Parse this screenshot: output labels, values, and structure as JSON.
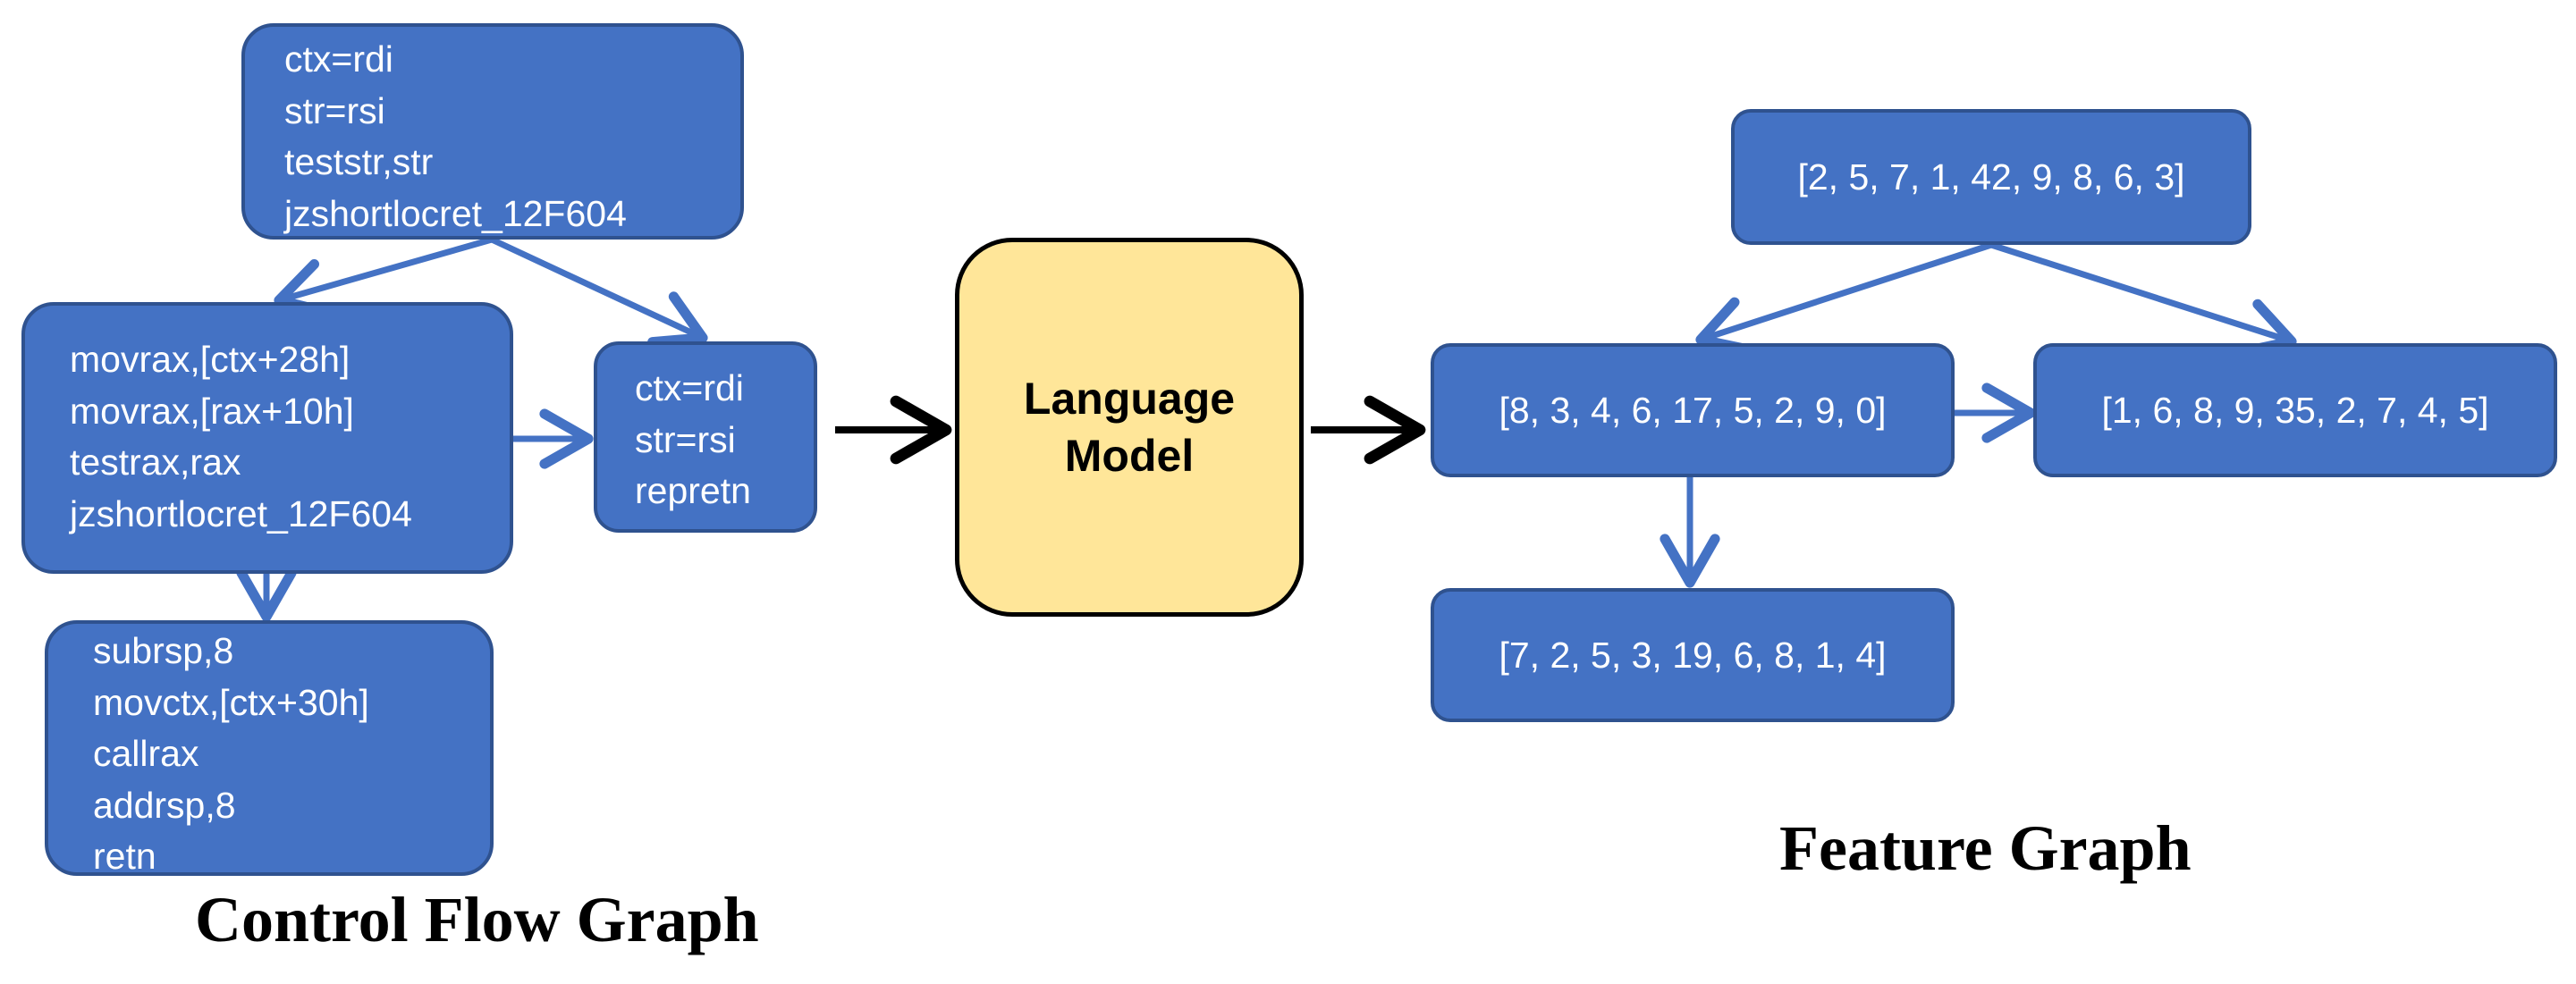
{
  "colors": {
    "node_fill": "#4472c4",
    "node_border": "#2f528f",
    "node_text": "#ffffff",
    "model_fill": "#ffe699",
    "arrow_blue": "#4472c4",
    "arrow_black": "#000000"
  },
  "control_flow_graph": {
    "caption": "Control Flow Graph",
    "block_entry": [
      "ctx=rdi",
      "str=rsi",
      "teststr,str",
      "jzshortlocret_12F604"
    ],
    "block_check": [
      "movrax,[ctx+28h]",
      "movrax,[rax+10h]",
      "testrax,rax",
      "jzshortlocret_12F604"
    ],
    "block_return": [
      "ctx=rdi",
      "str=rsi",
      "repretn"
    ],
    "block_call": [
      "subrsp,8",
      "movctx,[ctx+30h]",
      "callrax",
      "addrsp,8",
      "retn"
    ]
  },
  "language_model": {
    "line1": "Language",
    "line2": "Model"
  },
  "feature_graph": {
    "caption": "Feature Graph",
    "root": "[2, 5, 7, 1, 42, 9, 8, 6, 3]",
    "left": "[8, 3, 4, 6, 17, 5, 2, 9, 0]",
    "right": "[1, 6, 8, 9, 35, 2, 7, 4, 5]",
    "bottom": "[7, 2, 5, 3, 19, 6, 8, 1, 4]"
  }
}
